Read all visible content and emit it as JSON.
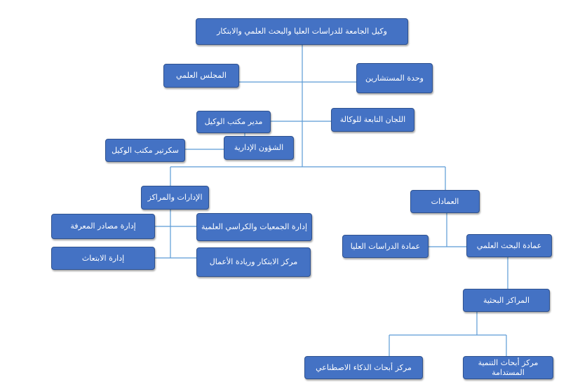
{
  "colors": {
    "box_fill": "#4472C4",
    "box_border": "#2F528F",
    "connector": "#5B9BD5"
  },
  "nodes": {
    "vice_rector": "وكيل الجامعة للدراسات العليا والبحث العلمي والابتكار",
    "scientific_council": "المجلس العلمي",
    "advisors_unit": "وحدة المستشارين",
    "office_manager": "مدير مكتب الوكيل",
    "committees": "اللجان التابعة للوكالة",
    "office_secretary": "سكرتير مكتب الوكيل",
    "admin_affairs": "الشؤون الإدارية",
    "departments_centers": "الإدارات والمراكز",
    "deanships": "العمادات",
    "knowledge_sources": "إدارة مصادر المعرفة",
    "societies_chairs": "إدارة الجمعيات والكراسي العلمية",
    "graduate_studies": "عمادة الدراسات العليا",
    "scientific_research": "عمادة البحث العلمي",
    "scholarships": "إدارة الابتعاث",
    "innovation_center": "مركز الابتكار وريادة الأعمال",
    "research_centers": "المراكز البحثية",
    "ai_center": "مركز أبحاث الذكاء الاصطناعي",
    "sustainable_center": "مركز أبحاث التنمية المستدامة"
  }
}
